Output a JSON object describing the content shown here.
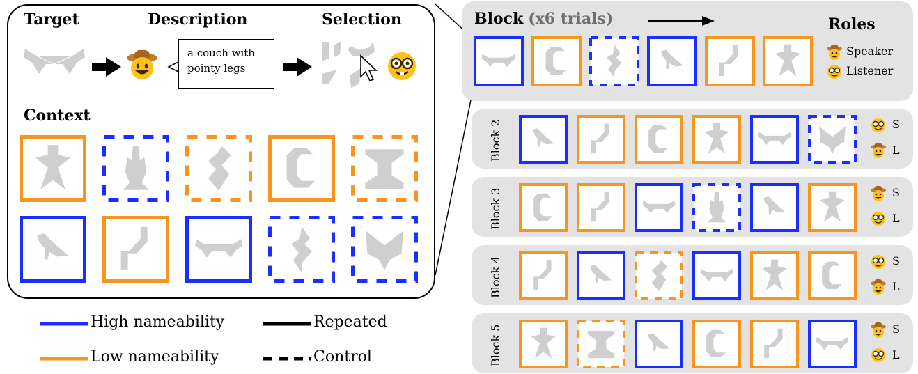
{
  "colors": {
    "high": "#1a2fff",
    "low": "#f7951e",
    "shape": "#cfcfcf",
    "panel": "#e3e3e3"
  },
  "left_panel": {
    "target_label": "Target",
    "description_label": "Description",
    "selection_label": "Selection",
    "description_text_line1": "a couch with",
    "description_text_line2": "pointy legs",
    "context_label": "Context",
    "speaker_icon": "cowboy-emoji",
    "listener_icon": "nerd-emoji",
    "context_grid": [
      [
        "low-solid",
        "high-dashed",
        "low-dashed",
        "low-solid",
        "low-dashed"
      ],
      [
        "high-solid",
        "low-solid",
        "high-solid",
        "high-dashed",
        "high-dashed"
      ]
    ]
  },
  "block1": {
    "title": "Block",
    "subtitle": "(x6 trials)",
    "roles_title": "Roles",
    "speaker_label": "Speaker",
    "listener_label": "Listener",
    "tiles": [
      "high-solid",
      "low-solid",
      "high-dashed",
      "high-solid",
      "low-solid",
      "low-solid"
    ]
  },
  "blocks": [
    {
      "label": "Block 2",
      "s": "S",
      "l": "L",
      "s_icon": "nerd-emoji",
      "l_icon": "cowboy-emoji",
      "tiles": [
        "high-solid",
        "low-solid",
        "low-solid",
        "low-solid",
        "high-solid",
        "high-dashed"
      ]
    },
    {
      "label": "Block 3",
      "s": "S",
      "l": "L",
      "s_icon": "cowboy-emoji",
      "l_icon": "nerd-emoji",
      "tiles": [
        "low-solid",
        "low-solid",
        "high-solid",
        "high-dashed",
        "high-solid",
        "low-solid"
      ]
    },
    {
      "label": "Block 4",
      "s": "S",
      "l": "L",
      "s_icon": "nerd-emoji",
      "l_icon": "cowboy-emoji",
      "tiles": [
        "low-solid",
        "high-solid",
        "low-dashed",
        "high-solid",
        "low-solid",
        "low-solid"
      ]
    },
    {
      "label": "Block 5",
      "s": "S",
      "l": "L",
      "s_icon": "cowboy-emoji",
      "l_icon": "nerd-emoji",
      "tiles": [
        "low-solid",
        "low-dashed",
        "high-solid",
        "low-solid",
        "low-solid",
        "high-solid"
      ]
    }
  ],
  "legend": {
    "high": "High nameability",
    "low": "Low nameability",
    "repeated": "Repeated",
    "control": "Control"
  }
}
